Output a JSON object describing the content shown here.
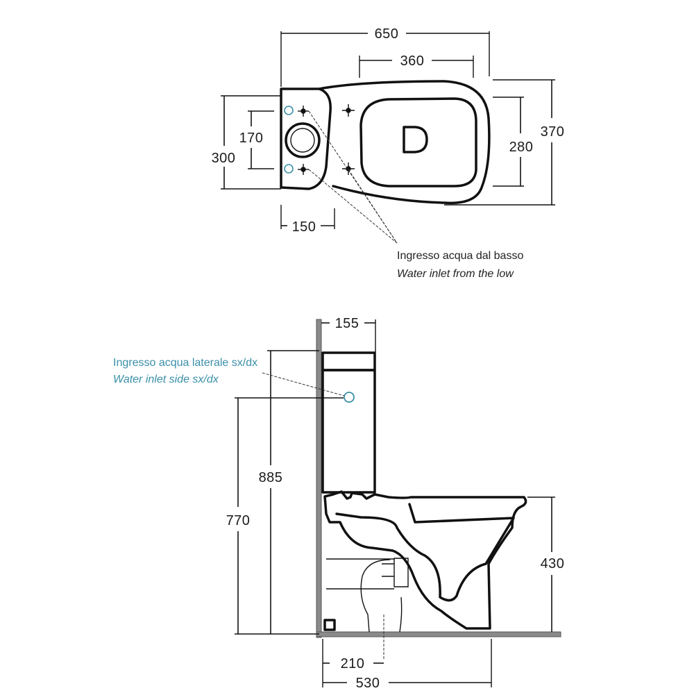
{
  "top_view": {
    "dim_width_total": "650",
    "dim_width_seat": "360",
    "dim_depth_total": "370",
    "dim_depth_seat": "280",
    "dim_tank_depth": "300",
    "dim_inlet_spacing": "170",
    "dim_inlet_offset": "150",
    "note_it": "Ingresso acqua dal basso",
    "note_en": "Water inlet from the low"
  },
  "side_view": {
    "dim_tank_depth": "155",
    "dim_total_height": "885",
    "dim_inlet_height": "770",
    "dim_bowl_height": "430",
    "dim_outlet": "210",
    "dim_length": "530",
    "note_it": "Ingresso acqua laterale sx/dx",
    "note_en": "Water inlet side sx/dx"
  },
  "colors": {
    "line": "#111111",
    "inlet_blue": "#3a8fa8",
    "wall_gray": "#8a8a8a"
  }
}
